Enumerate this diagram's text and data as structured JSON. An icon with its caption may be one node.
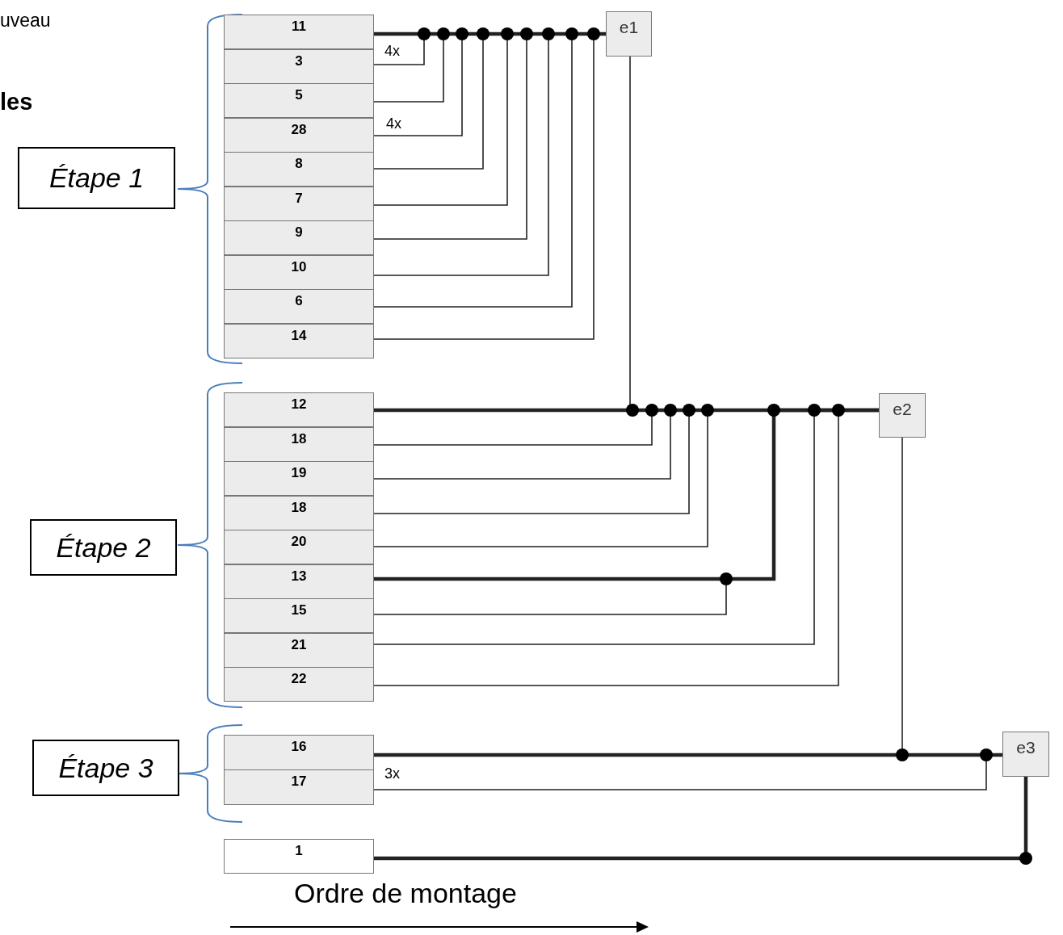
{
  "diagram": {
    "nodes": [
      {
        "text": [
          "Étape 1"
        ]
      },
      {
        "text": [
          "11"
        ]
      },
      {
        "text": [
          "3"
        ]
      },
      {
        "text": [
          "5"
        ]
      },
      {
        "text": [
          "28"
        ]
      },
      {
        "text": [
          "8"
        ]
      },
      {
        "text": [
          "7"
        ]
      },
      {
        "text": [
          "9"
        ]
      },
      {
        "text": [
          "10"
        ]
      },
      {
        "text": [
          "6"
        ]
      },
      {
        "text": [
          "14"
        ]
      },
      {
        "text": [
          "e1"
        ]
      },
      {
        "text": [
          "Étape 2"
        ]
      },
      {
        "text": [
          "12"
        ]
      },
      {
        "text": [
          "18"
        ]
      },
      {
        "text": [
          "19"
        ]
      },
      {
        "text": [
          "18"
        ]
      },
      {
        "text": [
          "20"
        ]
      },
      {
        "text": [
          "13"
        ]
      },
      {
        "text": [
          "15"
        ]
      },
      {
        "text": [
          "21"
        ]
      },
      {
        "text": [
          "22"
        ]
      },
      {
        "text": [
          "e2"
        ]
      },
      {
        "text": [
          "Étape 3"
        ]
      },
      {
        "text": [
          "16"
        ]
      },
      {
        "text": [
          "17"
        ]
      },
      {
        "text": [
          "e3"
        ]
      },
      {
        "text": [
          "1"
        ]
      }
    ],
    "edges": [
      {
        "from": 1,
        "to": 11,
        "arrow": "none",
        "style": "thick"
      },
      {
        "from": 2,
        "to": 11,
        "arrow": "none",
        "label": "4x"
      },
      {
        "from": 3,
        "to": 11,
        "arrow": "none"
      },
      {
        "from": 4,
        "to": 11,
        "arrow": "none",
        "label": "4x"
      },
      {
        "from": 5,
        "to": 11,
        "arrow": "none"
      },
      {
        "from": 6,
        "to": 11,
        "arrow": "none"
      },
      {
        "from": 7,
        "to": 11,
        "arrow": "none"
      },
      {
        "from": 8,
        "to": 11,
        "arrow": "none"
      },
      {
        "from": 9,
        "to": 11,
        "arrow": "none"
      },
      {
        "from": 10,
        "to": 11,
        "arrow": "none"
      },
      {
        "from": 11,
        "to": 22,
        "arrow": "none"
      },
      {
        "from": 13,
        "to": 22,
        "arrow": "none",
        "style": "thick"
      },
      {
        "from": 14,
        "to": 22,
        "arrow": "none"
      },
      {
        "from": 15,
        "to": 22,
        "arrow": "none"
      },
      {
        "from": 16,
        "to": 22,
        "arrow": "none"
      },
      {
        "from": 17,
        "to": 22,
        "arrow": "none"
      },
      {
        "from": 18,
        "to": 22,
        "arrow": "none",
        "style": "thick"
      },
      {
        "from": 19,
        "to": 22,
        "arrow": "none"
      },
      {
        "from": 20,
        "to": 22,
        "arrow": "none"
      },
      {
        "from": 21,
        "to": 22,
        "arrow": "none"
      },
      {
        "from": 22,
        "to": 26,
        "arrow": "none"
      },
      {
        "from": 24,
        "to": 26,
        "arrow": "none",
        "style": "thick"
      },
      {
        "from": 25,
        "to": 26,
        "arrow": "none",
        "label": "3x"
      },
      {
        "from": 27,
        "to": 26,
        "arrow": "none",
        "style": "thick"
      }
    ],
    "labels": [
      "uveau",
      "les",
      "Ordre de montage"
    ]
  }
}
